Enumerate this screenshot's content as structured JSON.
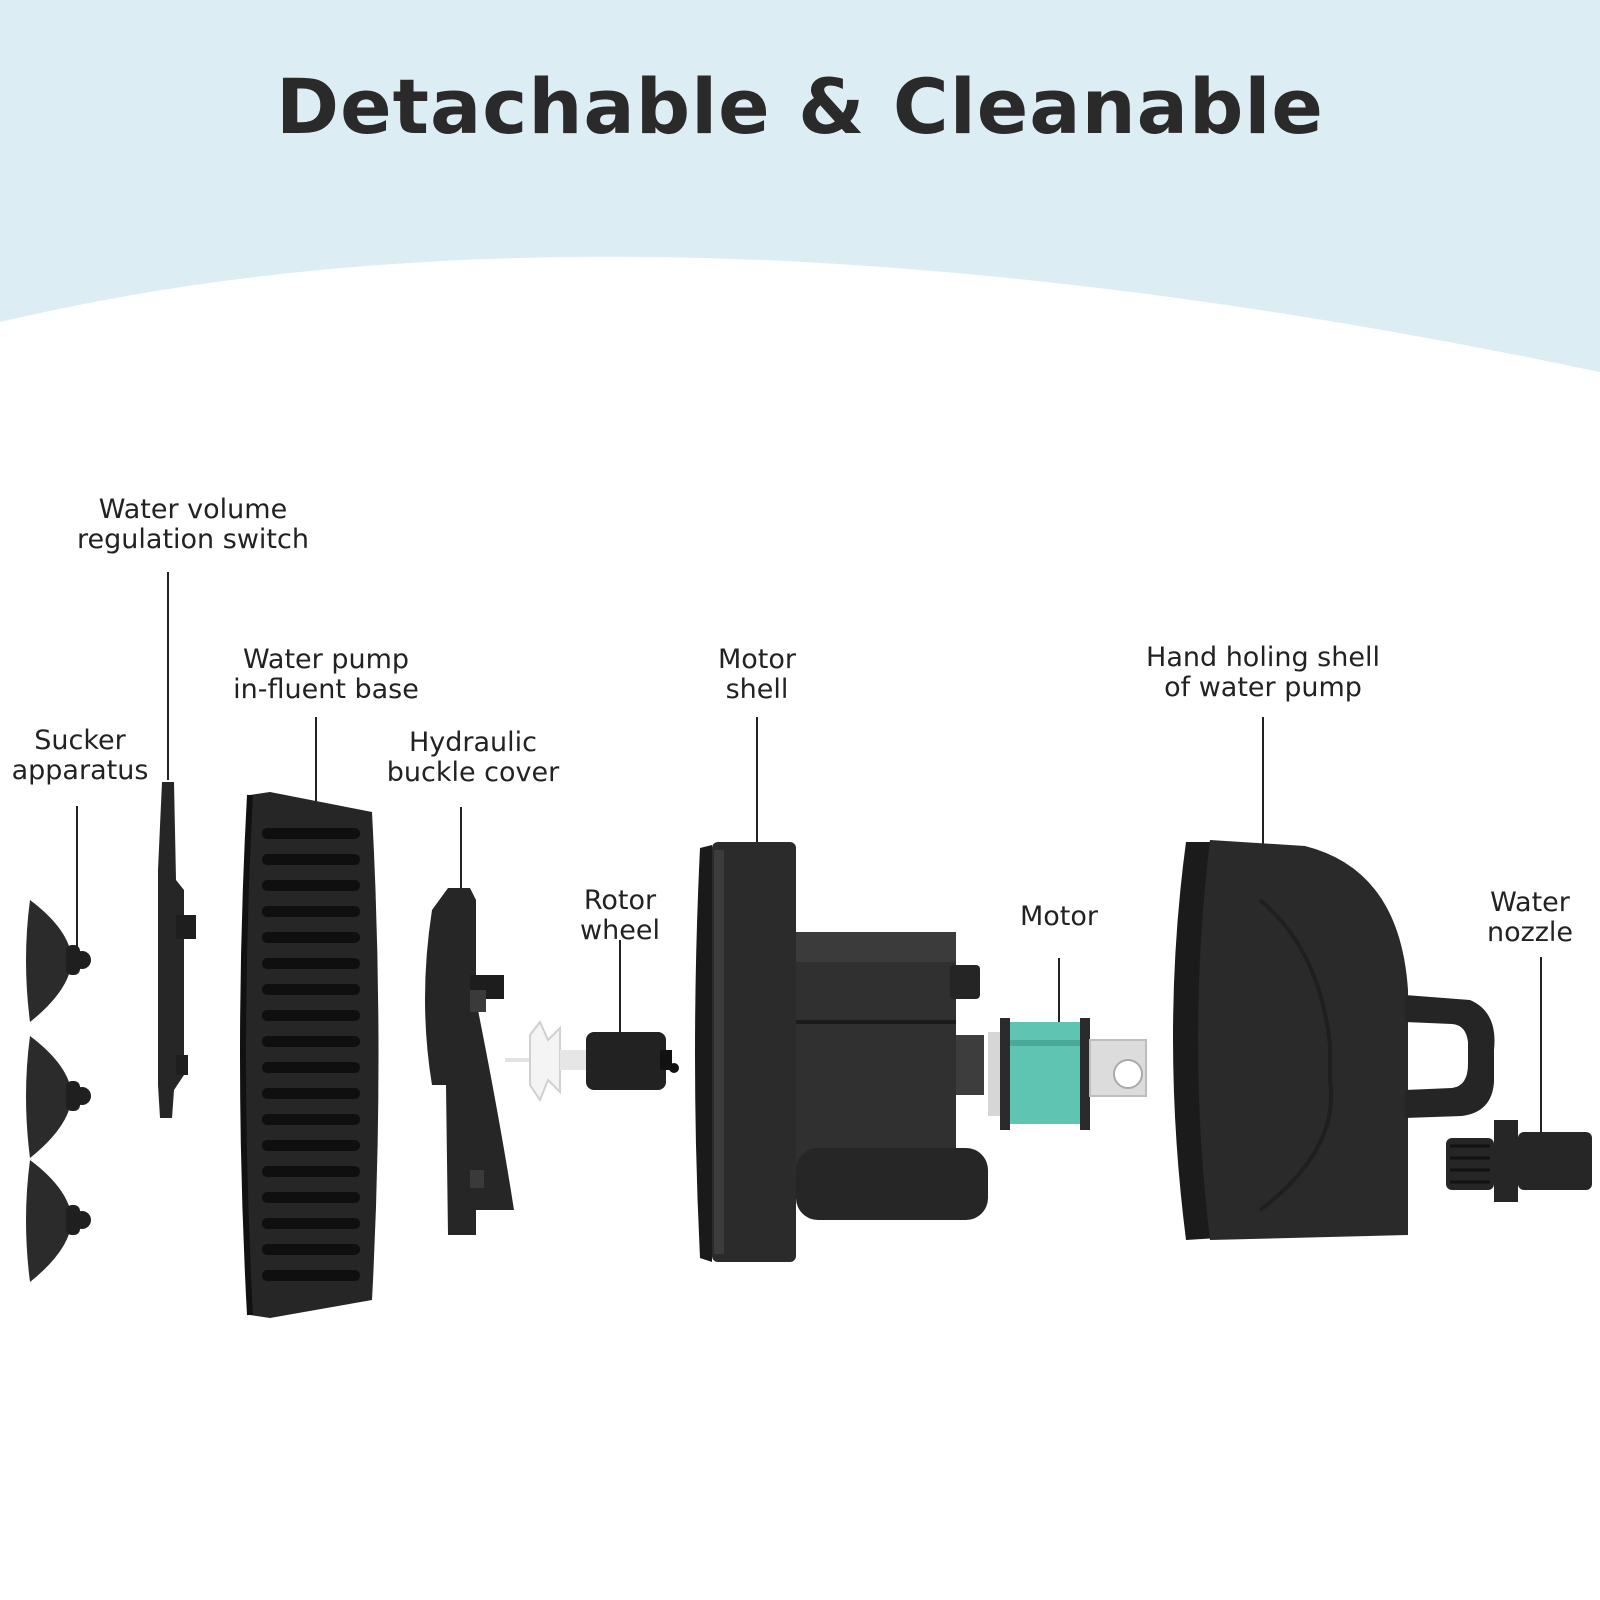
{
  "title": "Detachable & Cleanable",
  "colors": {
    "banner": "#dcedf4",
    "part_dark": "#222222",
    "part_mid": "#333333",
    "motor_teal": "#5fc4b2",
    "impeller_white": "#f4f4f4"
  },
  "labels": {
    "water_volume_switch": [
      "Water volume",
      "regulation switch"
    ],
    "pump_base": [
      "Water pump",
      "in-fluent base"
    ],
    "sucker": [
      "Sucker",
      "apparatus"
    ],
    "hydraulic_cover": [
      "Hydraulic",
      "buckle cover"
    ],
    "motor_shell": [
      "Motor",
      "shell"
    ],
    "rotor_wheel": [
      "Rotor",
      "wheel"
    ],
    "motor": [
      "Motor"
    ],
    "hand_shell": [
      "Hand holing shell",
      "of water pump"
    ],
    "water_nozzle": [
      "Water",
      "nozzle"
    ]
  }
}
